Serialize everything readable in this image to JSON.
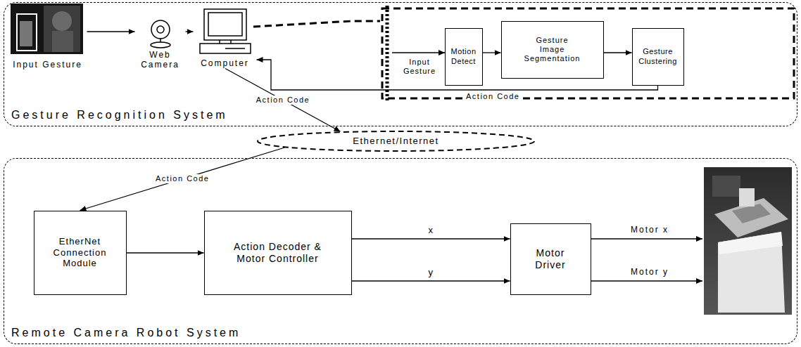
{
  "diagram": {
    "nodes": [
      {
        "text": [
          "Gesture Recognition System"
        ]
      },
      {
        "text": [
          "Input Gesture"
        ],
        "in": 0
      },
      {
        "text": [
          "Web Camera"
        ],
        "in": 0
      },
      {
        "text": [
          "Computer"
        ],
        "in": 0
      },
      {
        "text": [
          "Motion Detect"
        ],
        "in": 0
      },
      {
        "text": [
          "Gesture Image Segmentation"
        ],
        "in": 0
      },
      {
        "text": [
          "Gesture Clustering"
        ],
        "in": 0
      },
      {
        "text": [
          "Ethernet/Internet"
        ]
      },
      {
        "text": [
          "Remote Camera Robot System"
        ]
      },
      {
        "text": [
          "EtherNet Connection Module"
        ],
        "in": 8
      },
      {
        "text": [
          "Action Decoder & Motor Controller"
        ],
        "in": 8
      },
      {
        "text": [
          "Motor Driver"
        ],
        "in": 8
      }
    ],
    "edges": [
      {
        "from": 1,
        "to": 2,
        "arrow": "to"
      },
      {
        "from": 2,
        "to": 3,
        "arrow": "to"
      },
      {
        "from": 4,
        "to": 5,
        "arrow": "to"
      },
      {
        "from": 5,
        "to": 6,
        "arrow": "to"
      },
      {
        "from": 6,
        "to": 3,
        "label": "Action Code",
        "arrow": "to"
      },
      {
        "from": 3,
        "to": 7,
        "label": "Action Code",
        "arrow": "to"
      },
      {
        "from": 7,
        "to": 9,
        "label": "Action Code",
        "arrow": "to"
      },
      {
        "from": 9,
        "to": 10,
        "arrow": "to"
      },
      {
        "from": 10,
        "to": 11,
        "label": "x",
        "arrow": "to"
      },
      {
        "from": 10,
        "to": 11,
        "label": "y",
        "arrow": "to"
      }
    ],
    "labels": [
      "Input Gesture",
      "Motor x",
      "Motor y"
    ]
  }
}
